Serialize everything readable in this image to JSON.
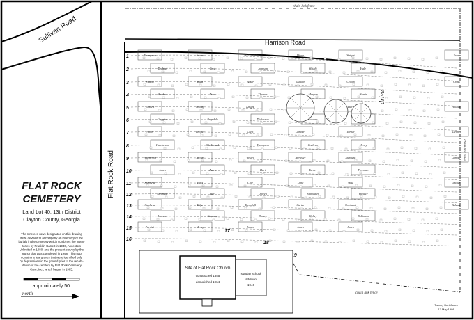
{
  "title": {
    "line1": "FLAT ROCK",
    "line2": "CEMETERY"
  },
  "location": {
    "line1": "Land Lot 40, 13th District",
    "line2": "Clayton County, Georgia"
  },
  "description": [
    "The nineteen rows designated on this drawing",
    "were devised to accompany an inventory of the",
    "burials in the cemetery which combines the inven-",
    "tories by Franklin Garrett in 1936, Ancestors",
    "Unlimited in 1980, and the present survey by the",
    "author that was completed in 1998. This map",
    "contains a few graves that were identified only",
    "by depressions in the ground prior to the rehabi-",
    "litation of the cemtery by Flat Rock Cemetery",
    "Care, Inc., which began in 1985."
  ],
  "scale_label": "approximately 50'",
  "north_label": "north",
  "roads": {
    "sullivan": "Sullivan Road",
    "harrison": "Harrison Road",
    "flat_rock": "Flat Rock Road",
    "drive": "drive"
  },
  "fence_labels": {
    "top": "chain link fence",
    "right": "chain link fence",
    "bottom": "chain link fence"
  },
  "church": {
    "title": "Site of Flat Rock Church",
    "constructed": "constructed 1855",
    "demolished": "demolished 1964"
  },
  "school": {
    "line1": "sunday school",
    "line2": "addition",
    "line3": "1946"
  },
  "credit": {
    "author": "Tommy Hart Jones",
    "date": "17 May 1998"
  },
  "row_numbers": [
    "1",
    "2",
    "3",
    "4",
    "5",
    "6",
    "7",
    "8",
    "9",
    "10",
    "11",
    "12",
    "13",
    "14",
    "15",
    "16",
    "17",
    "18",
    "19"
  ],
  "family_names": [
    "Thompson",
    "Adams",
    "McDonald",
    "Dixon",
    "Wright",
    "Frost",
    "Dodson",
    "Cook",
    "Johnson",
    "Wright",
    "Hale",
    "Crest",
    "Swann",
    "Kidd",
    "Baker",
    "Duncan",
    "Cream",
    "Cross",
    "Parker",
    "Dunn",
    "Thomas",
    "Morgan",
    "Harris",
    "Franklin",
    "Gossett",
    "Moody",
    "Knight",
    "Watson",
    "Hart",
    "Holland",
    "Coggins",
    "Ragsdale",
    "Dickerson",
    "Gowens",
    "Bradley",
    "Elders",
    "Allen",
    "Cooper",
    "Crest",
    "Lambert",
    "Turner",
    "Dennis",
    "Hutcheson",
    "McDonald",
    "Thompson",
    "Cochran",
    "Henry",
    "Boyd",
    "Hutcheson",
    "Brown",
    "Wesley",
    "Brewster",
    "Stephens",
    "Lambert",
    "Jones",
    "Bates",
    "Hart",
    "Turner",
    "Freeman",
    "McLean",
    "Stephens",
    "Hart",
    "Cole",
    "Long",
    "Wise",
    "Dailey",
    "Stephens",
    "Hart",
    "Dowell",
    "Rainwater",
    "Wallace",
    "Hart",
    "Stephens",
    "Edge",
    "Thornhill",
    "Carter",
    "Northcutt",
    "Baldwin",
    "Lawson",
    "Stephens",
    "Dorsey",
    "Wolley",
    "Robinson",
    "Stephens",
    "Parrish",
    "Henry",
    "Jones",
    "Jones",
    "Jones"
  ]
}
